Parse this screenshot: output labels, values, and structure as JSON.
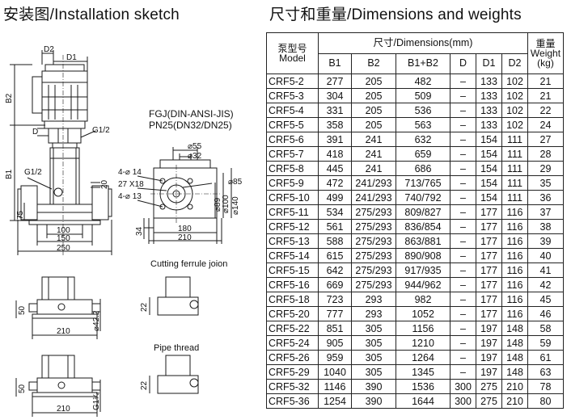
{
  "titles": {
    "installation": "安装图/Installation sketch",
    "dimensions": "尺寸和重量/Dimensions and weights"
  },
  "sketch": {
    "flange_title": "FGJ(DIN-ANSI-JIS)",
    "flange_pressure": "PN25(DN32/DN25)",
    "cutting_ferrule": "Cutting ferrule joion",
    "pipe_thread": "Pipe thread",
    "dims": {
      "d2": "D2",
      "d1": "D1",
      "b2": "B2",
      "b1": "B1",
      "d": "D",
      "g12_top": "G1/2",
      "g12_side": "G1/2",
      "d20": "20",
      "d75": "75",
      "d100": "100",
      "d150": "150",
      "d250": "250",
      "phi55": "⌀55",
      "phi32": "⌀32",
      "holes14": "4-⌀ 14",
      "bolt27": "27 X18",
      "holes13": "4-⌀ 13",
      "phi85": "⌀85",
      "phi89": "⌀89",
      "phi100": "⌀100",
      "phi140": "⌀140",
      "d34": "34",
      "d180": "180",
      "d210": "210",
      "c50": "50",
      "c210": "210",
      "c42": "⌀42.2",
      "c22": "22",
      "p50": "50",
      "p210": "210",
      "pg": "G1¹⁄₄",
      "p22": "22"
    }
  },
  "table": {
    "header": {
      "model_cn": "泵型号",
      "model_en": "Model",
      "dims": "尺寸/Dimensions(mm)",
      "weight_cn": "重量",
      "weight_en": "Weight",
      "weight_unit": "(kg)",
      "columns": [
        "B1",
        "B2",
        "B1+B2",
        "D",
        "D1",
        "D2"
      ]
    },
    "rows": [
      {
        "model": "CRF5-2",
        "b1": "277",
        "b2": "205",
        "b1b2": "482",
        "d": "–",
        "d1": "133",
        "d2": "102",
        "weight": "21"
      },
      {
        "model": "CRF5-3",
        "b1": "304",
        "b2": "205",
        "b1b2": "509",
        "d": "–",
        "d1": "133",
        "d2": "102",
        "weight": "21"
      },
      {
        "model": "CRF5-4",
        "b1": "331",
        "b2": "205",
        "b1b2": "536",
        "d": "–",
        "d1": "133",
        "d2": "102",
        "weight": "22"
      },
      {
        "model": "CRF5-5",
        "b1": "358",
        "b2": "205",
        "b1b2": "563",
        "d": "–",
        "d1": "133",
        "d2": "102",
        "weight": "24"
      },
      {
        "model": "CRF5-6",
        "b1": "391",
        "b2": "241",
        "b1b2": "632",
        "d": "–",
        "d1": "154",
        "d2": "111",
        "weight": "27"
      },
      {
        "model": "CRF5-7",
        "b1": "418",
        "b2": "241",
        "b1b2": "659",
        "d": "–",
        "d1": "154",
        "d2": "111",
        "weight": "28"
      },
      {
        "model": "CRF5-8",
        "b1": "445",
        "b2": "241",
        "b1b2": "686",
        "d": "–",
        "d1": "154",
        "d2": "111",
        "weight": "29"
      },
      {
        "model": "CRF5-9",
        "b1": "472",
        "b2": "241/293",
        "b1b2": "713/765",
        "d": "–",
        "d1": "154",
        "d2": "111",
        "weight": "35"
      },
      {
        "model": "CRF5-10",
        "b1": "499",
        "b2": "241/293",
        "b1b2": "740/792",
        "d": "–",
        "d1": "154",
        "d2": "111",
        "weight": "36"
      },
      {
        "model": "CRF5-11",
        "b1": "534",
        "b2": "275/293",
        "b1b2": "809/827",
        "d": "–",
        "d1": "177",
        "d2": "116",
        "weight": "37"
      },
      {
        "model": "CRF5-12",
        "b1": "561",
        "b2": "275/293",
        "b1b2": "836/854",
        "d": "–",
        "d1": "177",
        "d2": "116",
        "weight": "38"
      },
      {
        "model": "CRF5-13",
        "b1": "588",
        "b2": "275/293",
        "b1b2": "863/881",
        "d": "–",
        "d1": "177",
        "d2": "116",
        "weight": "39"
      },
      {
        "model": "CRF5-14",
        "b1": "615",
        "b2": "275/293",
        "b1b2": "890/908",
        "d": "–",
        "d1": "177",
        "d2": "116",
        "weight": "40"
      },
      {
        "model": "CRF5-15",
        "b1": "642",
        "b2": "275/293",
        "b1b2": "917/935",
        "d": "–",
        "d1": "177",
        "d2": "116",
        "weight": "41"
      },
      {
        "model": "CRF5-16",
        "b1": "669",
        "b2": "275/293",
        "b1b2": "944/962",
        "d": "–",
        "d1": "177",
        "d2": "116",
        "weight": "42"
      },
      {
        "model": "CRF5-18",
        "b1": "723",
        "b2": "293",
        "b1b2": "982",
        "d": "–",
        "d1": "177",
        "d2": "116",
        "weight": "45"
      },
      {
        "model": "CRF5-20",
        "b1": "777",
        "b2": "293",
        "b1b2": "1052",
        "d": "–",
        "d1": "177",
        "d2": "116",
        "weight": "46"
      },
      {
        "model": "CRF5-22",
        "b1": "851",
        "b2": "305",
        "b1b2": "1156",
        "d": "–",
        "d1": "197",
        "d2": "148",
        "weight": "58"
      },
      {
        "model": "CRF5-24",
        "b1": "905",
        "b2": "305",
        "b1b2": "1210",
        "d": "–",
        "d1": "197",
        "d2": "148",
        "weight": "59"
      },
      {
        "model": "CRF5-26",
        "b1": "959",
        "b2": "305",
        "b1b2": "1264",
        "d": "–",
        "d1": "197",
        "d2": "148",
        "weight": "61"
      },
      {
        "model": "CRF5-29",
        "b1": "1040",
        "b2": "305",
        "b1b2": "1345",
        "d": "–",
        "d1": "197",
        "d2": "148",
        "weight": "63"
      },
      {
        "model": "CRF5-32",
        "b1": "1146",
        "b2": "390",
        "b1b2": "1536",
        "d": "300",
        "d1": "275",
        "d2": "210",
        "weight": "78"
      },
      {
        "model": "CRF5-36",
        "b1": "1254",
        "b2": "390",
        "b1b2": "1644",
        "d": "300",
        "d1": "275",
        "d2": "210",
        "weight": "80"
      }
    ]
  }
}
